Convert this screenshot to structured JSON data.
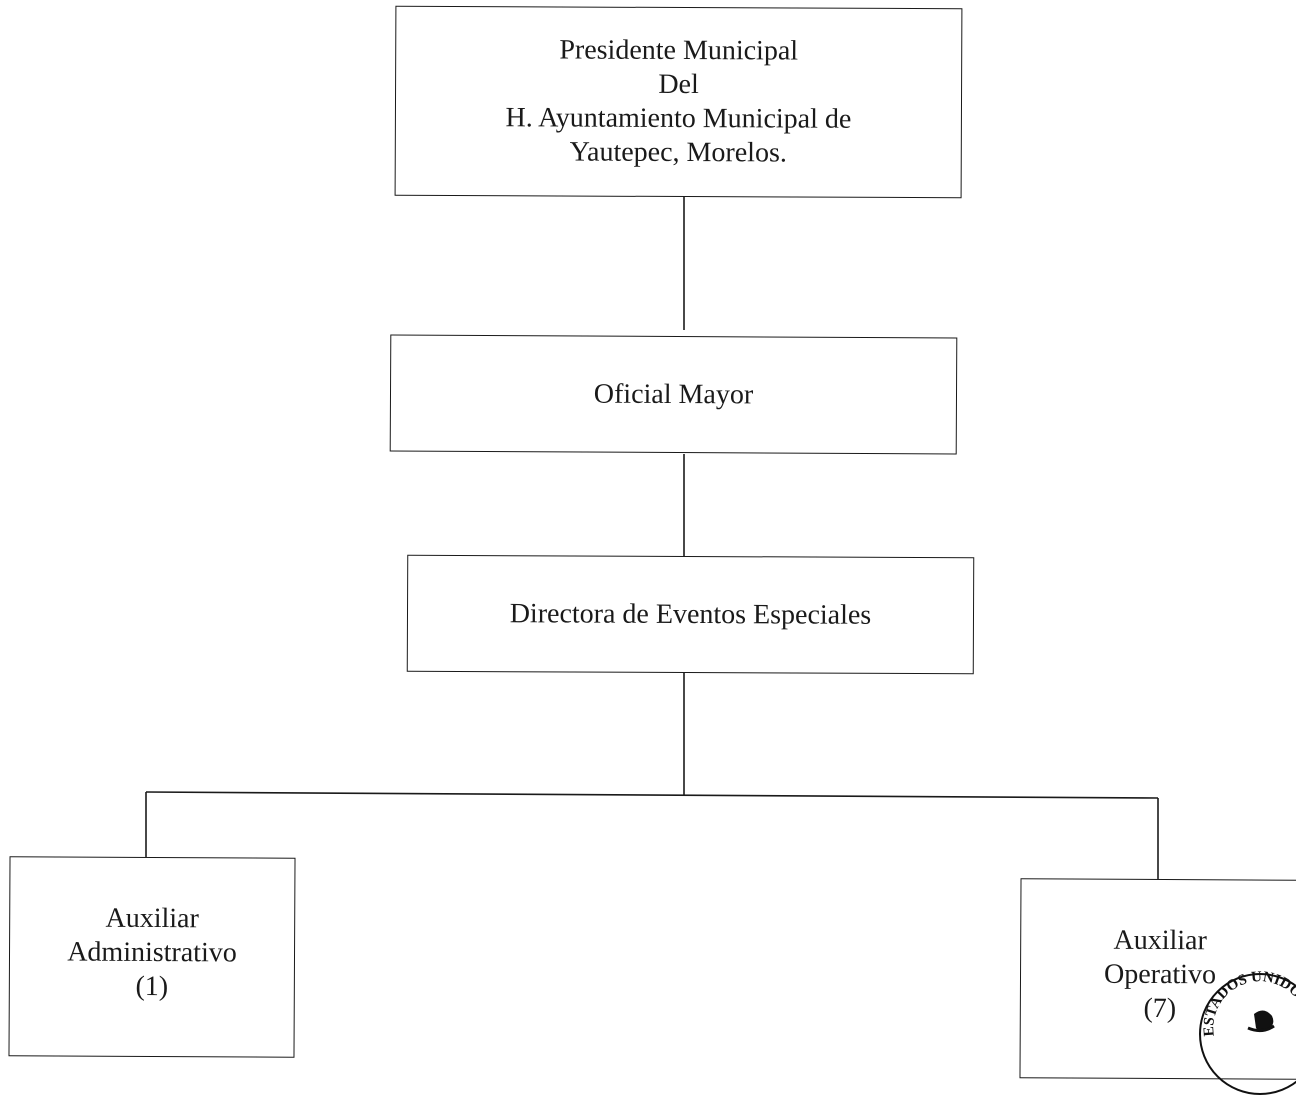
{
  "org_chart": {
    "president": {
      "lines": [
        "Presidente Municipal",
        "Del",
        "H. Ayuntamiento Municipal de",
        "Yautepec, Morelos."
      ]
    },
    "oficial_mayor": {
      "label": "Oficial Mayor"
    },
    "directora": {
      "label": "Directora de Eventos Especiales"
    },
    "auxiliar_administrativo": {
      "lines": [
        "Auxiliar",
        "Administrativo",
        "(1)"
      ]
    },
    "auxiliar_operativo": {
      "lines": [
        "Auxiliar",
        "Operativo",
        "(7)"
      ]
    }
  },
  "seal": {
    "text": "ESTADOS UNIDOS MEXICANOS"
  }
}
